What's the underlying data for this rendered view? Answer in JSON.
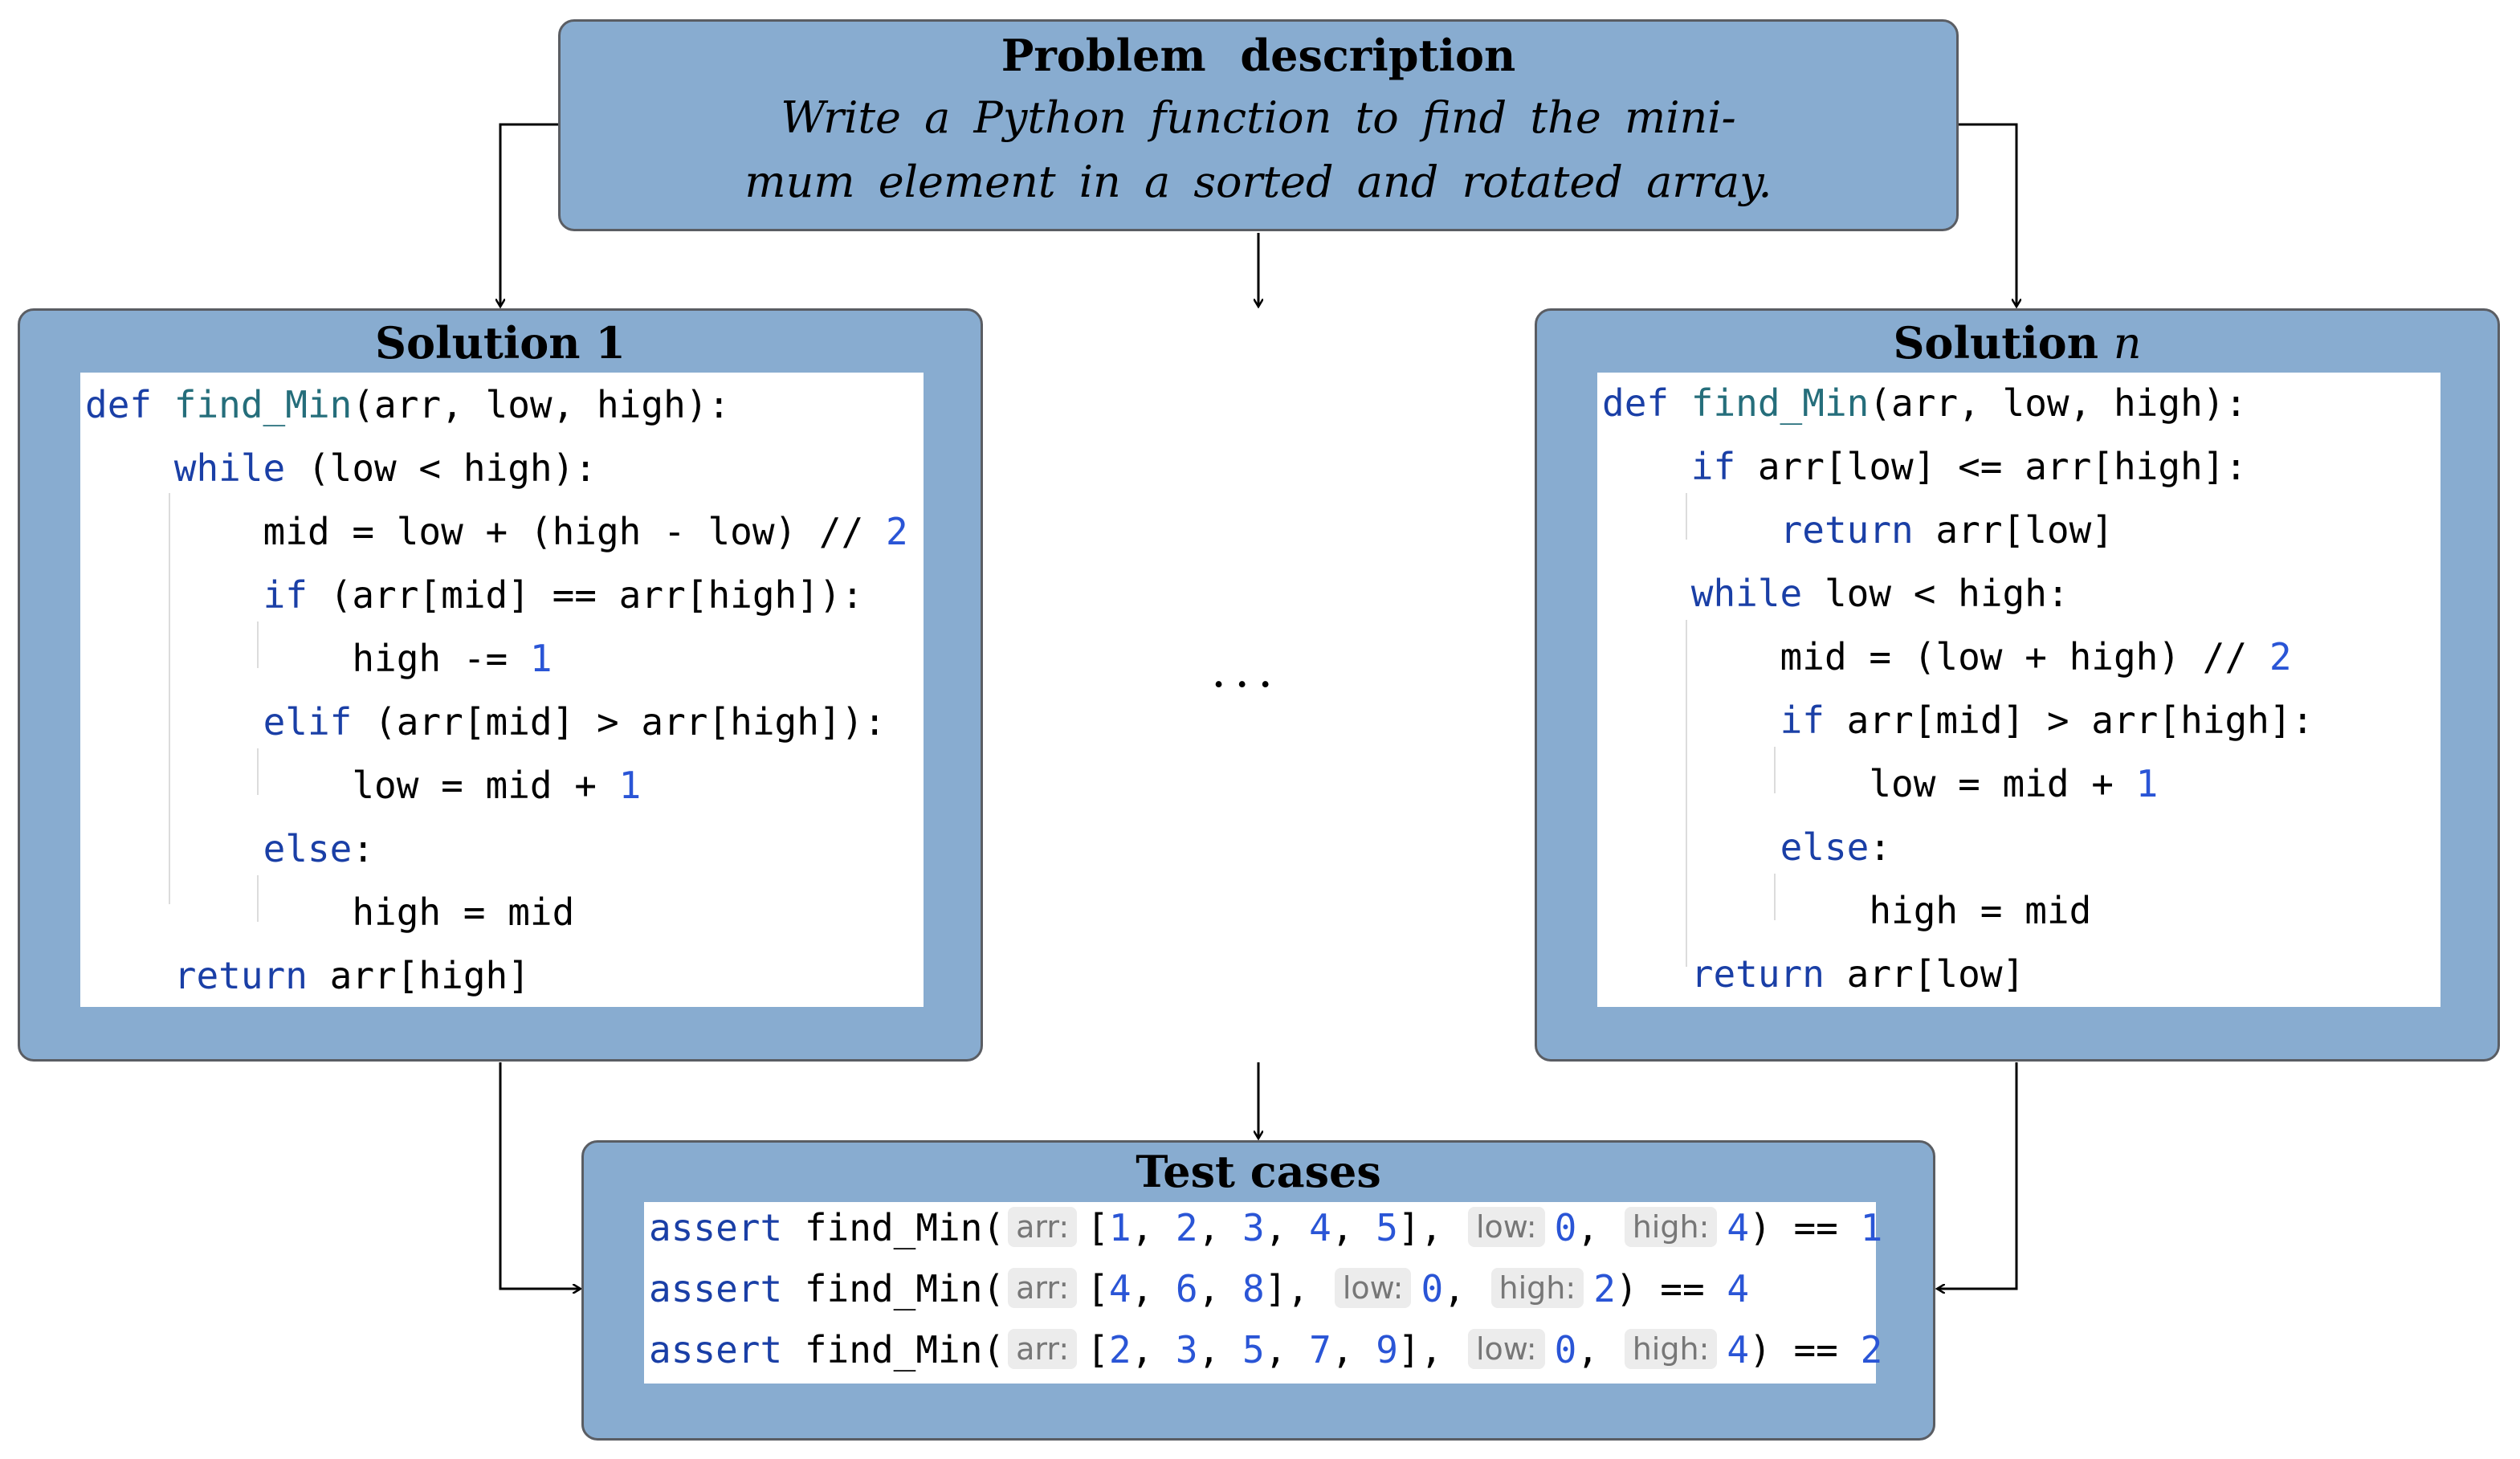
{
  "problem": {
    "title": "Problem description",
    "line1": "Write a Python function to find the mini-",
    "line2": "mum element in a sorted and rotated array."
  },
  "solution1": {
    "title": "Solution 1",
    "code": [
      [
        {
          "t": "def ",
          "c": "kw"
        },
        {
          "t": "find_Min",
          "c": "fn"
        },
        {
          "t": "(arr, low, high):"
        }
      ],
      [
        {
          "t": "    "
        },
        {
          "t": "while",
          "c": "kw"
        },
        {
          "t": " (low < high):"
        }
      ],
      [
        {
          "t": "        mid = low + (high - low) // "
        },
        {
          "t": "2",
          "c": "num"
        }
      ],
      [
        {
          "t": "        "
        },
        {
          "t": "if",
          "c": "kw"
        },
        {
          "t": " (arr[mid] == arr[high]):"
        }
      ],
      [
        {
          "t": "            high -= "
        },
        {
          "t": "1",
          "c": "num"
        }
      ],
      [
        {
          "t": "        "
        },
        {
          "t": "elif",
          "c": "kw"
        },
        {
          "t": " (arr[mid] > arr[high]):"
        }
      ],
      [
        {
          "t": "            low = mid + "
        },
        {
          "t": "1",
          "c": "num"
        }
      ],
      [
        {
          "t": "        "
        },
        {
          "t": "else",
          "c": "kw"
        },
        {
          "t": ":"
        }
      ],
      [
        {
          "t": "            high = mid"
        }
      ],
      [
        {
          "t": "    "
        },
        {
          "t": "return",
          "c": "kw"
        },
        {
          "t": " arr[high]"
        }
      ]
    ]
  },
  "solution_n": {
    "title_prefix": "Solution ",
    "title_var": "n",
    "code": [
      [
        {
          "t": "def ",
          "c": "kw"
        },
        {
          "t": "find_Min",
          "c": "fn"
        },
        {
          "t": "(arr, low, high):"
        }
      ],
      [
        {
          "t": "    "
        },
        {
          "t": "if",
          "c": "kw"
        },
        {
          "t": " arr[low] <= arr[high]:"
        }
      ],
      [
        {
          "t": "        "
        },
        {
          "t": "return",
          "c": "kw"
        },
        {
          "t": " arr[low]"
        }
      ],
      [
        {
          "t": "    "
        },
        {
          "t": "while",
          "c": "kw"
        },
        {
          "t": " low < high:"
        }
      ],
      [
        {
          "t": "        mid = (low + high) // "
        },
        {
          "t": "2",
          "c": "num"
        }
      ],
      [
        {
          "t": "        "
        },
        {
          "t": "if",
          "c": "kw"
        },
        {
          "t": " arr[mid] > arr[high]:"
        }
      ],
      [
        {
          "t": "            low = mid + "
        },
        {
          "t": "1",
          "c": "num"
        }
      ],
      [
        {
          "t": "        "
        },
        {
          "t": "else",
          "c": "kw"
        },
        {
          "t": ":"
        }
      ],
      [
        {
          "t": "            high = mid"
        }
      ],
      [
        {
          "t": "    "
        },
        {
          "t": "return",
          "c": "kw"
        },
        {
          "t": " arr[low]"
        }
      ]
    ]
  },
  "ellipsis": "...",
  "tests": {
    "title": "Test cases",
    "code": [
      [
        {
          "t": "assert",
          "c": "kw"
        },
        {
          "t": " find_Min("
        },
        {
          "t": "arr:",
          "c": "hint"
        },
        {
          "t": "["
        },
        {
          "t": "1",
          "c": "num"
        },
        {
          "t": ", "
        },
        {
          "t": "2",
          "c": "num"
        },
        {
          "t": ", "
        },
        {
          "t": "3",
          "c": "num"
        },
        {
          "t": ", "
        },
        {
          "t": "4",
          "c": "num"
        },
        {
          "t": ", "
        },
        {
          "t": "5",
          "c": "num"
        },
        {
          "t": "], "
        },
        {
          "t": "low:",
          "c": "hint"
        },
        {
          "t": "0",
          "c": "num"
        },
        {
          "t": ", "
        },
        {
          "t": "high:",
          "c": "hint"
        },
        {
          "t": "4",
          "c": "num"
        },
        {
          "t": ") == "
        },
        {
          "t": "1",
          "c": "num"
        }
      ],
      [
        {
          "t": "assert",
          "c": "kw"
        },
        {
          "t": " find_Min("
        },
        {
          "t": "arr:",
          "c": "hint"
        },
        {
          "t": "["
        },
        {
          "t": "4",
          "c": "num"
        },
        {
          "t": ", "
        },
        {
          "t": "6",
          "c": "num"
        },
        {
          "t": ", "
        },
        {
          "t": "8",
          "c": "num"
        },
        {
          "t": "], "
        },
        {
          "t": "low:",
          "c": "hint"
        },
        {
          "t": "0",
          "c": "num"
        },
        {
          "t": ", "
        },
        {
          "t": "high:",
          "c": "hint"
        },
        {
          "t": "2",
          "c": "num"
        },
        {
          "t": ") == "
        },
        {
          "t": "4",
          "c": "num"
        }
      ],
      [
        {
          "t": "assert",
          "c": "kw"
        },
        {
          "t": " find_Min("
        },
        {
          "t": "arr:",
          "c": "hint"
        },
        {
          "t": "["
        },
        {
          "t": "2",
          "c": "num"
        },
        {
          "t": ", "
        },
        {
          "t": "3",
          "c": "num"
        },
        {
          "t": ", "
        },
        {
          "t": "5",
          "c": "num"
        },
        {
          "t": ", "
        },
        {
          "t": "7",
          "c": "num"
        },
        {
          "t": ", "
        },
        {
          "t": "9",
          "c": "num"
        },
        {
          "t": "], "
        },
        {
          "t": "low:",
          "c": "hint"
        },
        {
          "t": "0",
          "c": "num"
        },
        {
          "t": ", "
        },
        {
          "t": "high:",
          "c": "hint"
        },
        {
          "t": "4",
          "c": "num"
        },
        {
          "t": ") == "
        },
        {
          "t": "2",
          "c": "num"
        }
      ]
    ]
  }
}
